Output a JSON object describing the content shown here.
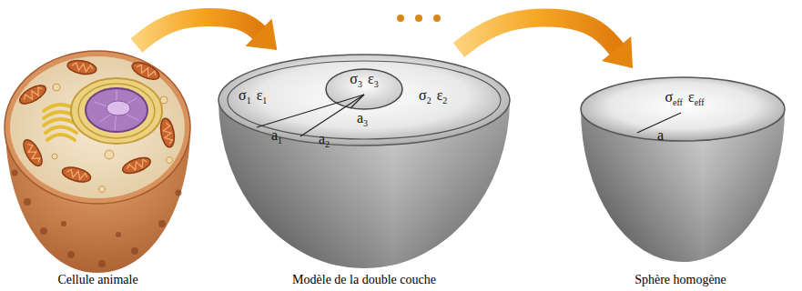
{
  "diagram": {
    "nodes": [
      {
        "text": [
          "Cellule animale"
        ]
      },
      {
        "text": [
          "Modèle de la double couche"
        ]
      },
      {
        "text": [
          "Sphère homogène"
        ]
      }
    ],
    "edges": [
      {
        "from": 0,
        "to": 1,
        "arrow": "to"
      },
      {
        "from": 1,
        "to": 2,
        "arrow": "to"
      }
    ],
    "labels": [
      "σ",
      "1",
      "ε",
      "1",
      "σ",
      "2",
      "ε",
      "2",
      "σ",
      "3",
      "ε",
      "3",
      "a",
      "1",
      "a",
      "2",
      "a",
      "3",
      "σ",
      "eff",
      "ε",
      "eff",
      "a"
    ]
  }
}
